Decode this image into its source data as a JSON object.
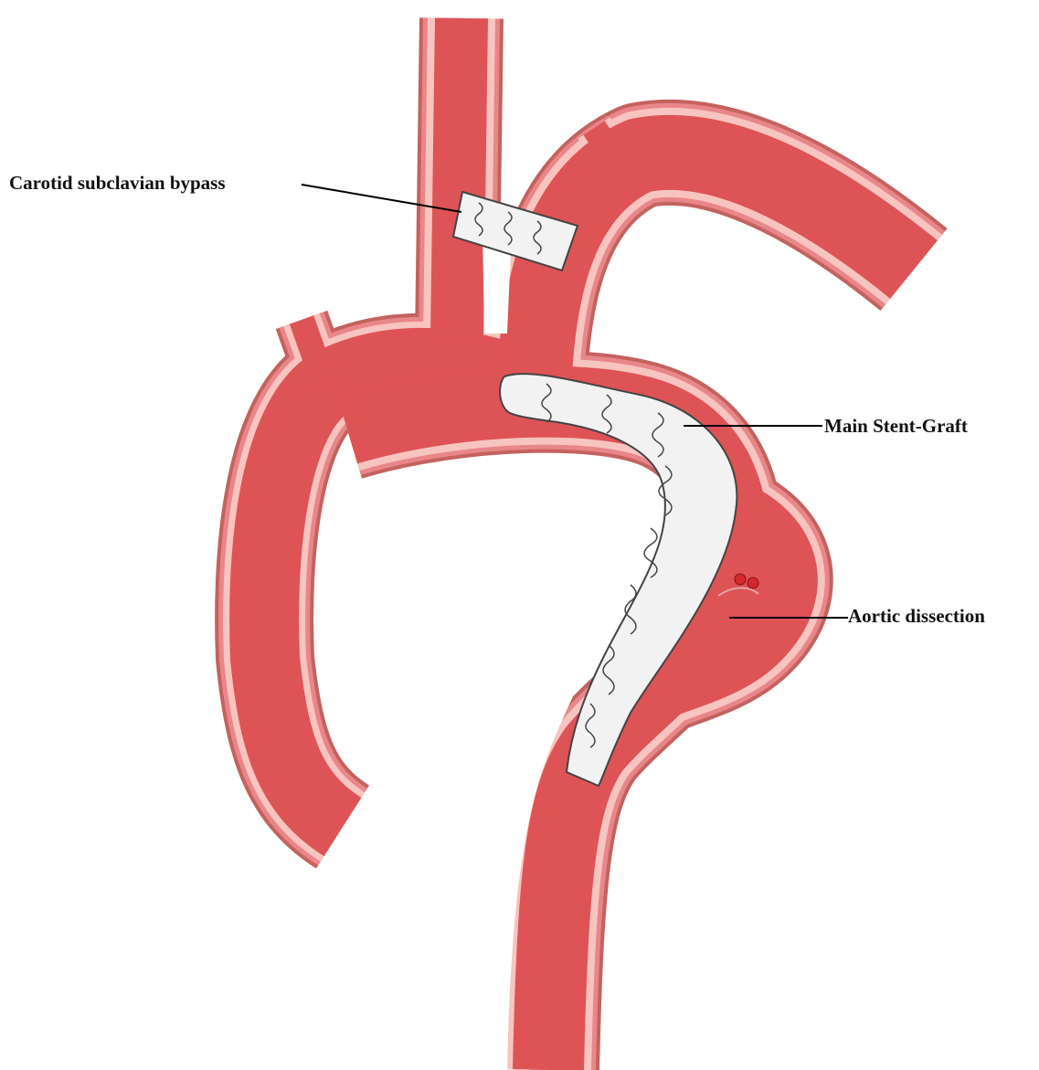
{
  "labels": {
    "carotid_bypass": "Carotid subclavian bypass",
    "main_stent_graft": "Main Stent-Graft",
    "aortic_dissection": "Aortic dissection"
  },
  "colors": {
    "outer_wall": "#c4625f",
    "mid_wall": "#e9868a",
    "inner_wall": "#f7c4c0",
    "lumen": "#de5356",
    "stent_fill": "#f2f2f2",
    "stent_stroke": "#444444",
    "leader_line": "#000000"
  }
}
